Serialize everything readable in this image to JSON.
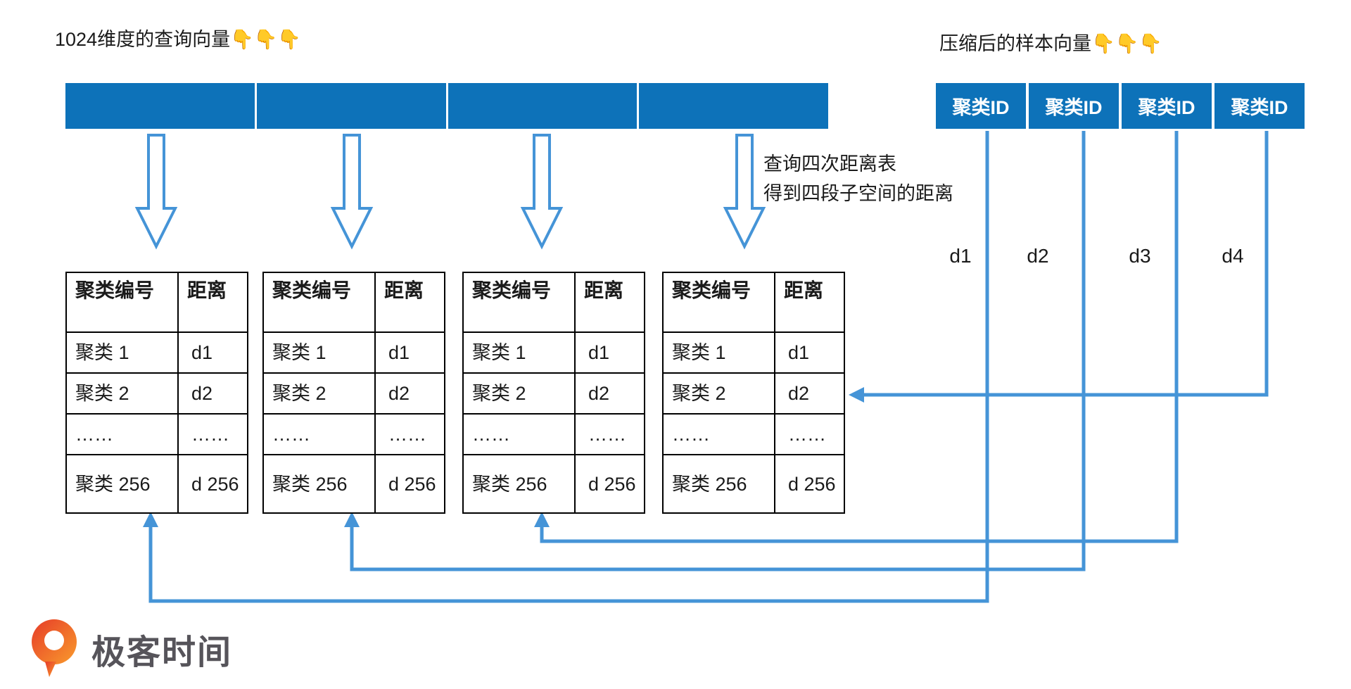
{
  "colors": {
    "primary_blue": "#0d72b9",
    "connector_blue": "#4594d7",
    "table_border": "#000000",
    "logo_orange": "#f1672f",
    "logo_text_gray": "#56545a"
  },
  "icons": {
    "pointer_down_emoji": "👇",
    "hollow_down_arrow": "down-arrow-outline-icon",
    "logo_mark": "geektime-logo-icon"
  },
  "left_section": {
    "title": "1024维度的查询向量👇👇👇",
    "vector_segment_count": 4,
    "annotation_line1": "查询四次距离表",
    "annotation_line2": "得到四段子空间的距离"
  },
  "right_section": {
    "title": "压缩后的样本向量👇👇👇",
    "cells": [
      "聚类ID",
      "聚类ID",
      "聚类ID",
      "聚类ID"
    ],
    "distance_labels": [
      "d1",
      "d2",
      "d3",
      "d4"
    ]
  },
  "tables": [
    {
      "header": [
        "聚类编号",
        "距离"
      ],
      "rows": [
        [
          "聚类 1",
          "d1"
        ],
        [
          "聚类 2",
          "d2"
        ],
        [
          "……",
          "……"
        ],
        [
          "聚类 256",
          "d 256"
        ]
      ]
    },
    {
      "header": [
        "聚类编号",
        "距离"
      ],
      "rows": [
        [
          "聚类 1",
          "d1"
        ],
        [
          "聚类 2",
          "d2"
        ],
        [
          "……",
          "……"
        ],
        [
          "聚类 256",
          "d 256"
        ]
      ]
    },
    {
      "header": [
        "聚类编号",
        "距离"
      ],
      "rows": [
        [
          "聚类 1",
          "d1"
        ],
        [
          "聚类 2",
          "d2"
        ],
        [
          "……",
          "……"
        ],
        [
          "聚类 256",
          "d 256"
        ]
      ]
    },
    {
      "header": [
        "聚类编号",
        "距离"
      ],
      "rows": [
        [
          "聚类 1",
          "d1"
        ],
        [
          "聚类 2",
          "d2"
        ],
        [
          "……",
          "……"
        ],
        [
          "聚类 256",
          "d 256"
        ]
      ]
    }
  ],
  "logo": {
    "text": "极客时间"
  }
}
